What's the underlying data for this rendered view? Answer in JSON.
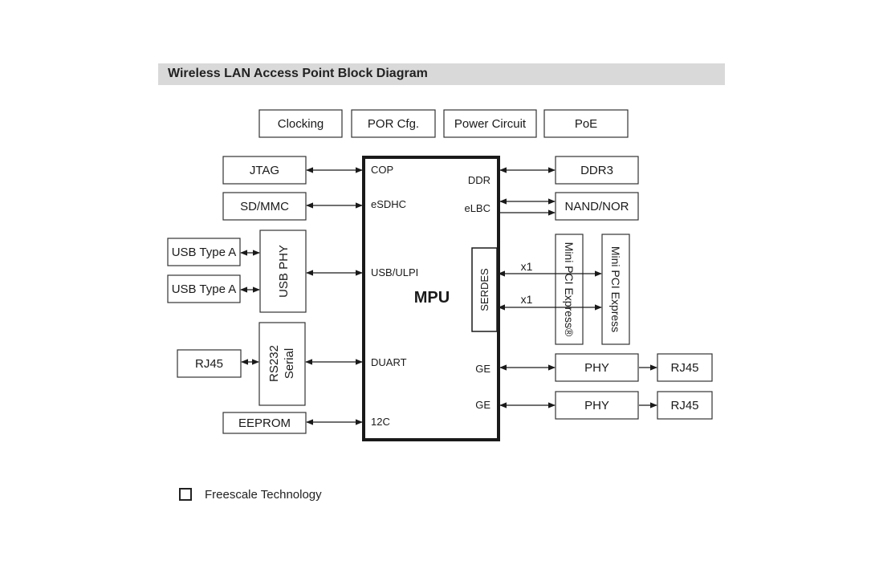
{
  "title": "Wireless LAN Access Point Block Diagram",
  "legend": {
    "label": "Freescale Technology"
  },
  "top_blocks": {
    "clocking": "Clocking",
    "por_cfg": "POR Cfg.",
    "power_circuit": "Power Circuit",
    "poe": "PoE"
  },
  "mpu": {
    "label": "MPU",
    "ports": {
      "cop": "COP",
      "esdhc": "eSDHC",
      "usb_ulpi": "USB/ULPI",
      "duart": "DUART",
      "i2c": "12C",
      "ddr": "DDR",
      "elbc": "eLBC",
      "ge1": "GE",
      "ge2": "GE"
    },
    "serdes": "SERDES"
  },
  "left_blocks": {
    "jtag": "JTAG",
    "sd_mmc": "SD/MMC",
    "usb_type_a_1": "USB Type A",
    "usb_type_a_2": "USB Type A",
    "usb_phy": "USB PHY",
    "rs232_line1": "RS232",
    "rs232_line2": "Serial",
    "rj45": "RJ45",
    "eeprom": "EEPROM"
  },
  "right_blocks": {
    "ddr3": "DDR3",
    "nand_nor": "NAND/NOR",
    "mini_pci_1": "Mini PCI Express®",
    "mini_pci_2": "Mini PCI Express",
    "lane_1": "x1",
    "lane_2": "x1",
    "phy_1": "PHY",
    "phy_2": "PHY",
    "rj45_1": "RJ45",
    "rj45_2": "RJ45"
  }
}
